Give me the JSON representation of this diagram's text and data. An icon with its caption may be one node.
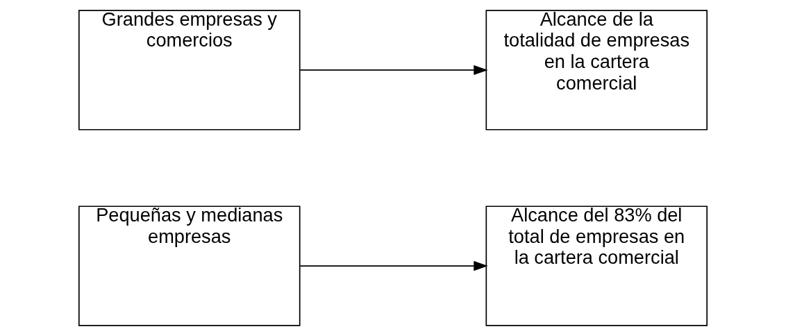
{
  "diagram": {
    "nodes": [
      {
        "text": [
          "Pequeñas y medianas empresas"
        ]
      },
      {
        "text": [
          "Alcance del 83% del total de empresas en la cartera comercial"
        ]
      },
      {
        "text": [
          "Grandes empresas y comercios"
        ]
      },
      {
        "text": [
          "Alcance de la totalidad de empresas en la cartera comercial"
        ]
      }
    ],
    "edges": [
      {
        "from": 0,
        "to": 1,
        "arrow": "to"
      },
      {
        "from": 2,
        "to": 3,
        "arrow": "to"
      }
    ]
  }
}
